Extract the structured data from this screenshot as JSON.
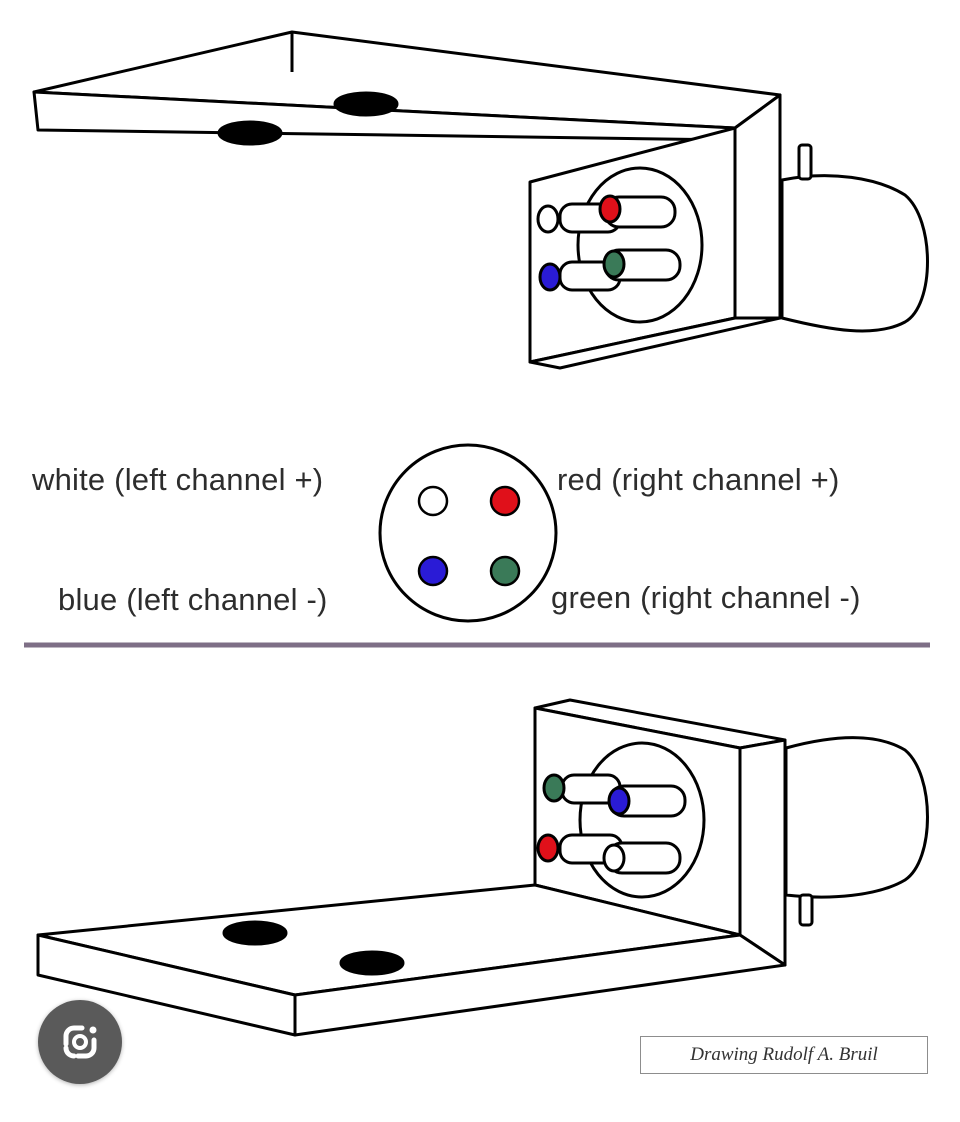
{
  "diagram": {
    "colors": {
      "white": "#ffffff",
      "red": "#e0101a",
      "blue": "#2a1bd6",
      "green": "#3a7a58",
      "outline": "#000000",
      "divider": "#7e6f86"
    },
    "labels": {
      "white": "white (left channel +)",
      "red": "red (right channel +)",
      "blue": "blue (left channel -)",
      "green": "green (right channel -)"
    },
    "credit": "Drawing Rudolf A. Bruil"
  },
  "controls": {
    "lens_icon": "google-lens-icon"
  }
}
